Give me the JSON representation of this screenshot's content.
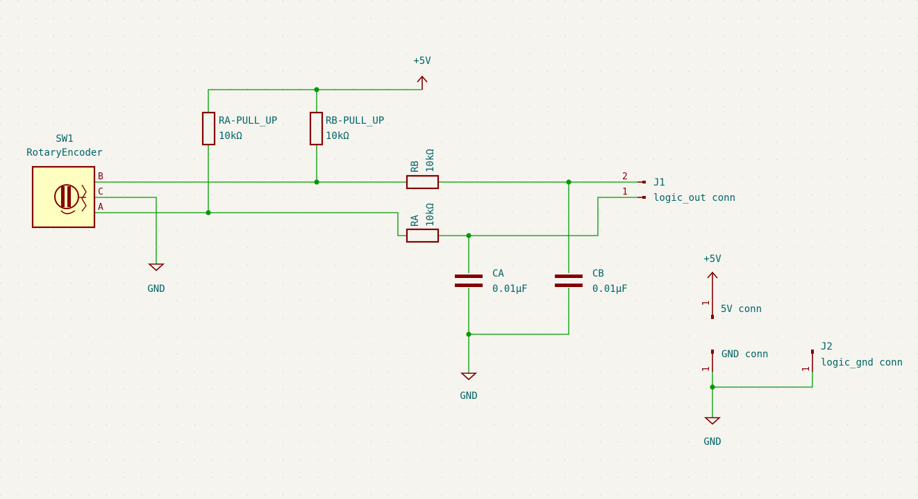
{
  "sw1": {
    "ref": "SW1",
    "value": "RotaryEncoder",
    "pins": {
      "b": "B",
      "c": "C",
      "a": "A"
    }
  },
  "ra_pullup": {
    "ref": "RA-PULL_UP",
    "value": "10kΩ"
  },
  "rb_pullup": {
    "ref": "RB-PULL_UP",
    "value": "10kΩ"
  },
  "rb": {
    "ref": "RB",
    "value": "10kΩ"
  },
  "ra": {
    "ref": "RA",
    "value": "10kΩ"
  },
  "ca": {
    "ref": "CA",
    "value": "0.01µF"
  },
  "cb": {
    "ref": "CB",
    "value": "0.01µF"
  },
  "j1": {
    "ref": "J1",
    "value": "logic_out conn",
    "pin2": "2",
    "pin1": "1"
  },
  "j2": {
    "ref": "J2",
    "value": "logic_gnd conn",
    "pin": "1"
  },
  "conn_5v": {
    "value": "5V conn",
    "pin": "1"
  },
  "conn_gnd": {
    "value": "GND conn",
    "pin": "1"
  },
  "power": {
    "top_5v": "+5V",
    "right_5v": "+5V",
    "gnd_encoder": "GND",
    "gnd_caps": "GND",
    "gnd_right": "GND"
  },
  "colors": {
    "wire": "#009900",
    "symbol": "#840000",
    "symbol_fill": "#ffffc2",
    "text": "#006464",
    "background": "#f5f4ef"
  }
}
